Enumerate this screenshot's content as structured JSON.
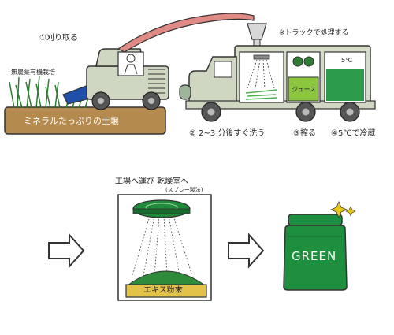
{
  "steps": {
    "harvest": "①刈り取る",
    "truck_note": "※トラックで処理する",
    "wash": "② 2~3 分後すぐ洗う",
    "squeeze": "③搾る",
    "chill": "④5℃で冷蔵"
  },
  "labels": {
    "field": "無農薬有機栽培",
    "soil": "ミネラルたっぷりの土壌",
    "juice": "ジュース",
    "tank_temp": "5℃",
    "factory": "工場へ運び 乾燥室へ",
    "spray": "(スプレー製法)",
    "powder": "エキス粉末",
    "jar": "GREEN"
  },
  "colors": {
    "green_dark": "#1f8a3a",
    "green_jar": "#1e8f3e",
    "soil": "#b58a4e",
    "truck": "#d4dcc7",
    "hose": "#e08a86",
    "cab": "#cfd6c2",
    "juice": "#8cc63f",
    "tank_water": "#2c9b4c",
    "powder_box": "#e3c24a",
    "sparkle": "#e6c619"
  }
}
